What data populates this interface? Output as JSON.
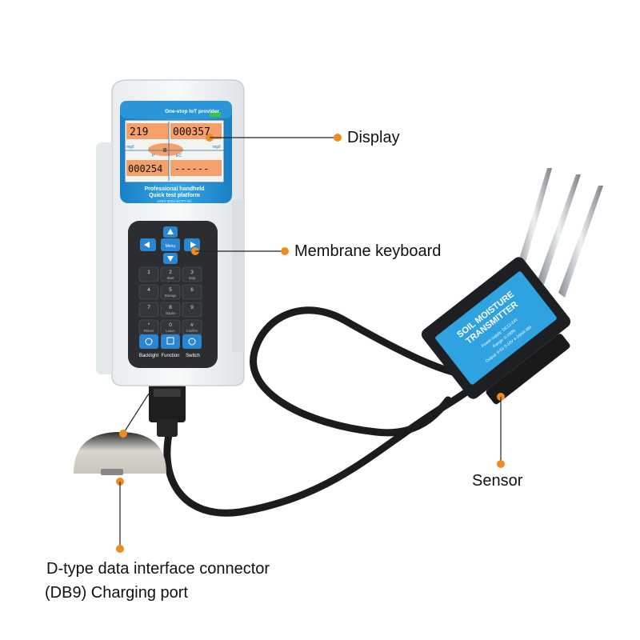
{
  "labels": {
    "display": "Display",
    "keyboard": "Membrane keyboard",
    "sensor": "Sensor",
    "connector_line1": "D-type data interface connector",
    "connector_line2": "(DB9) Charging port"
  },
  "device": {
    "brand_line": "One-stop IoT provider",
    "platform_line1": "Professional handheld",
    "platform_line2": "Quick test platform",
    "model": "JXBS-3001-SCPT-SC",
    "screen": {
      "reading_top_left": "219",
      "reading_top_right": "000357",
      "reading_bottom_left": "000254",
      "reading_bottom_right": "------",
      "unit_left": "mg/l",
      "unit_right": "mg/l",
      "param_p": "P",
      "param_ec": "EC",
      "param_center": "B"
    },
    "keys": {
      "menu": "Menu",
      "start": "Start",
      "stop": "Stop",
      "storage": "Storage",
      "inquire": "Inquire",
      "return": "Return",
      "leave": "Leave",
      "confirm": "Confirm",
      "backlight": "Backlight",
      "function": "Function",
      "switch": "Switch",
      "digits": [
        "1",
        "2",
        "3",
        "4",
        "5",
        "6",
        "7",
        "8",
        "9",
        "*",
        "0",
        "#"
      ]
    }
  },
  "sensor_body": {
    "title_line1": "SOIL MOISTURE",
    "title_line2": "TRANSMITTER",
    "spec_line1": "Power supply: DC12-24V",
    "spec_line2": "Range: 0-100%",
    "spec_line3": "Output: 0-5V 0-10V 4-20mA 485"
  },
  "colors": {
    "accent_orange": "#f08c1e",
    "device_blue": "#1f8fd4",
    "screen_orange": "#f5a06a",
    "keypad_dark": "#2a2c30"
  }
}
